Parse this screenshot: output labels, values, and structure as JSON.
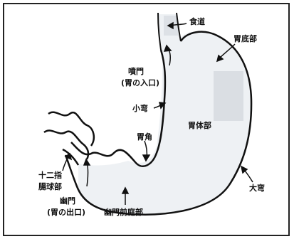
{
  "diagram": {
    "labels": {
      "esophagus": "食道",
      "fundus": "胃底部",
      "cardia_line1": "噴門",
      "cardia_line2": "(胃の入口)",
      "lesser_curvature": "小弯",
      "body": "胃体部",
      "angle": "胃角",
      "duodenal_line1": "十二指",
      "duodenal_line2": "腸球部",
      "pylorus_line1": "幽門",
      "pylorus_line2": "(胃の出口)",
      "antrum": "幽門前庭部",
      "greater_curvature": "大弯"
    },
    "colors": {
      "outline": "#111111",
      "stomach_fill": "#eef1f4",
      "shade": "#d5dadf"
    }
  }
}
